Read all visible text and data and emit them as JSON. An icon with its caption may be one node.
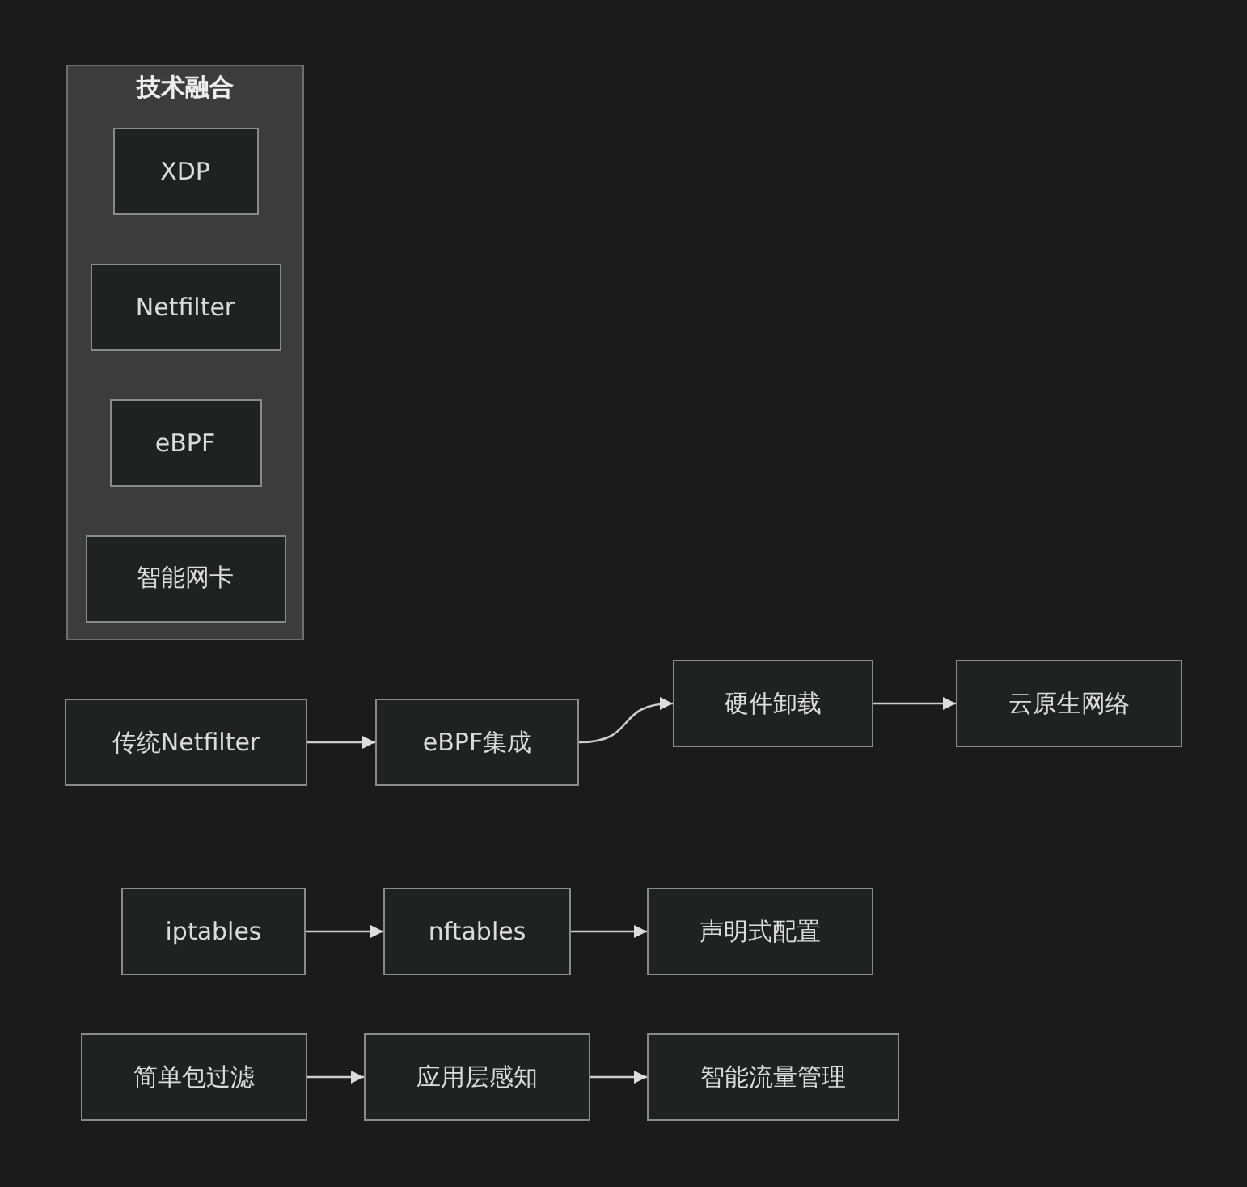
{
  "diagram": {
    "nodes": [
      {
        "text": [
          "技术融合"
        ]
      },
      {
        "text": [
          "XDP"
        ],
        "in": 0
      },
      {
        "text": [
          "Netfilter"
        ],
        "in": 0
      },
      {
        "text": [
          "eBPF"
        ],
        "in": 0
      },
      {
        "text": [
          "智能网卡"
        ],
        "in": 0
      },
      {
        "text": [
          "传统Netfilter"
        ]
      },
      {
        "text": [
          "eBPF集成"
        ]
      },
      {
        "text": [
          "硬件卸载"
        ]
      },
      {
        "text": [
          "云原生网络"
        ]
      },
      {
        "text": [
          "iptables"
        ]
      },
      {
        "text": [
          "nftables"
        ]
      },
      {
        "text": [
          "声明式配置"
        ]
      },
      {
        "text": [
          "简单包过滤"
        ]
      },
      {
        "text": [
          "应用层感知"
        ]
      },
      {
        "text": [
          "智能流量管理"
        ]
      }
    ],
    "edges": [
      {
        "from": 5,
        "to": 6,
        "arrow": "to"
      },
      {
        "from": 6,
        "to": 7,
        "arrow": "to"
      },
      {
        "from": 7,
        "to": 8,
        "arrow": "to"
      },
      {
        "from": 9,
        "to": 10,
        "arrow": "to"
      },
      {
        "from": 10,
        "to": 11,
        "arrow": "to"
      },
      {
        "from": 12,
        "to": 13,
        "arrow": "to"
      },
      {
        "from": 13,
        "to": 14,
        "arrow": "to"
      }
    ]
  }
}
